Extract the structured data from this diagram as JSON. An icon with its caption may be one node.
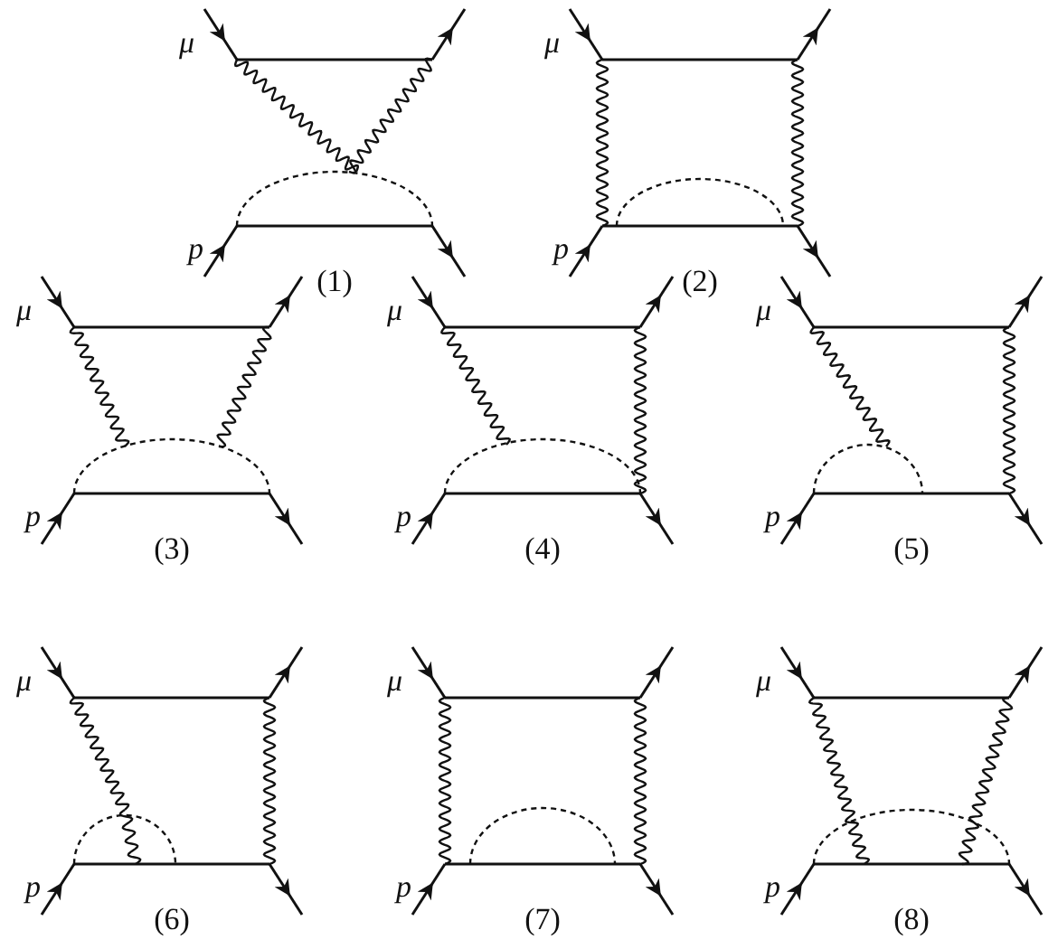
{
  "diagram": {
    "labels": [
      "μ",
      "μ",
      "p",
      "p",
      "(1)",
      "(2)",
      "μ",
      "μ",
      "μ",
      "p",
      "p",
      "p",
      "(3)",
      "(4)",
      "(5)",
      "μ",
      "μ",
      "μ",
      "p",
      "p",
      "p",
      "(6)",
      "(7)",
      "(8)"
    ]
  }
}
